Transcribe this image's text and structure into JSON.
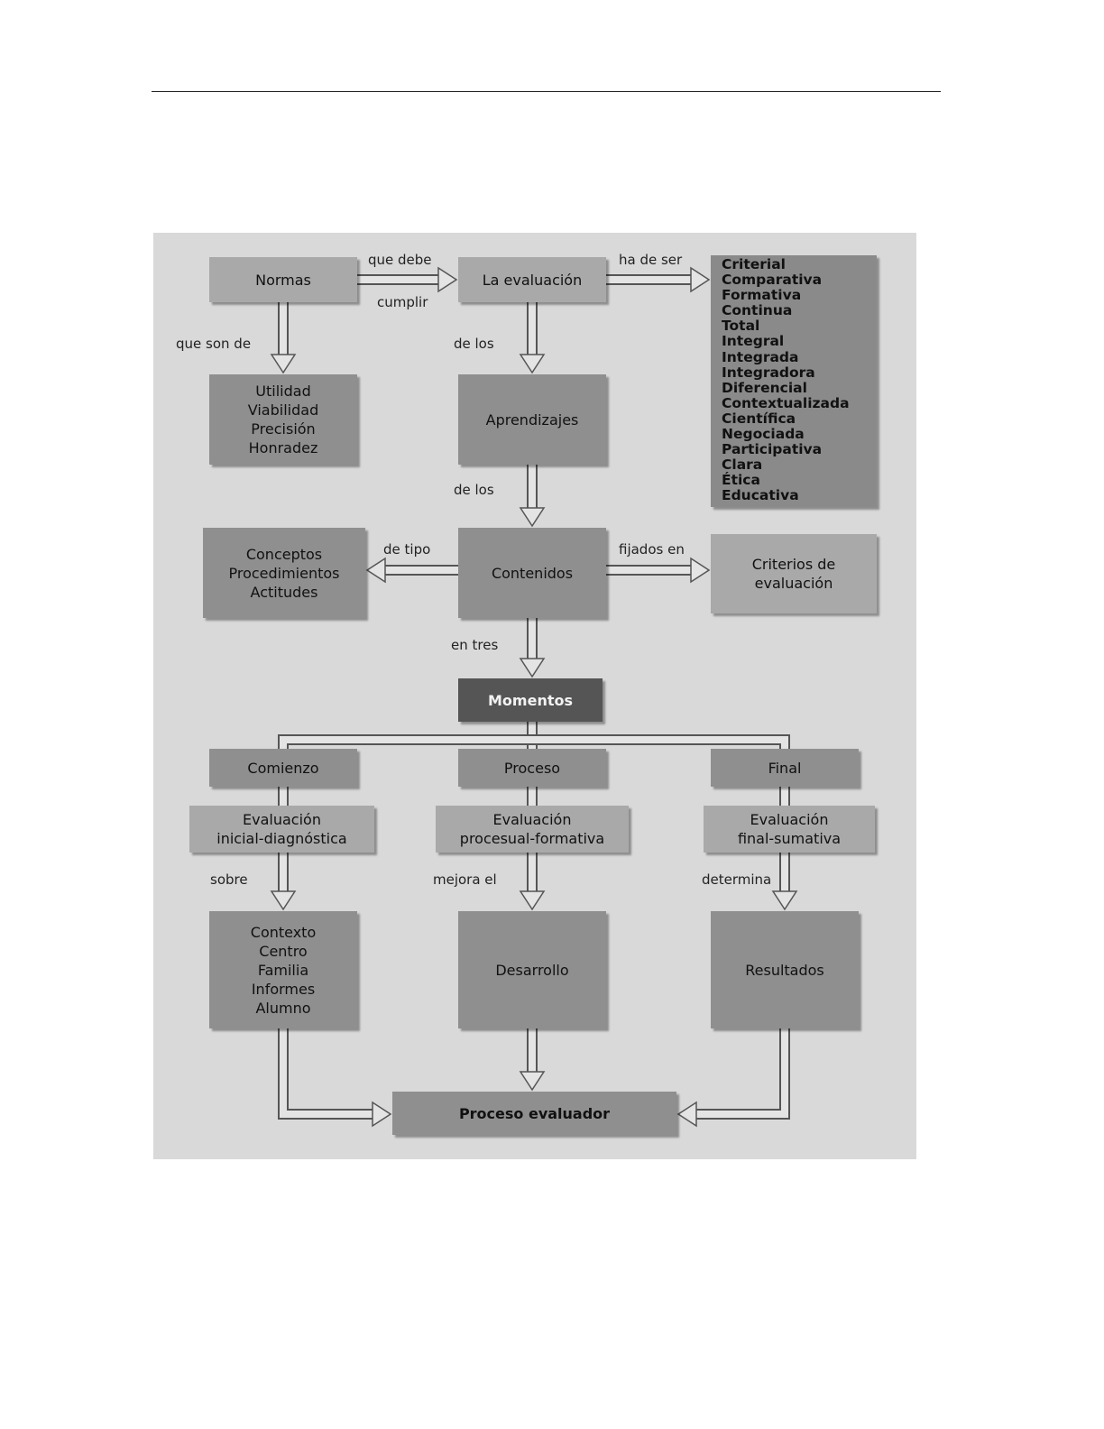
{
  "nodes": {
    "normas": "Normas",
    "evaluacion": "La evaluación",
    "caracteristicas": [
      "Criterial",
      "Comparativa",
      "Formativa",
      "Continua",
      "Total",
      "Integral",
      "Integrada",
      "Integradora",
      "Diferencial",
      "Contextualizada",
      "Científica",
      "Negociada",
      "Participativa",
      "Clara",
      "Ética",
      "Educativa"
    ],
    "normas_tipos": [
      "Utilidad",
      "Viabilidad",
      "Precisión",
      "Honradez"
    ],
    "aprendizajes": "Aprendizajes",
    "tipos_contenido": [
      "Conceptos",
      "Procedimientos",
      "Actitudes"
    ],
    "contenidos": "Contenidos",
    "criterios": [
      "Criterios de",
      "evaluación"
    ],
    "momentos": "Momentos",
    "comienzo": "Comienzo",
    "proceso": "Proceso",
    "final": "Final",
    "eval_inicial": [
      "Evaluación",
      "inicial-diagnóstica"
    ],
    "eval_procesual": [
      "Evaluación",
      "procesual-formativa"
    ],
    "eval_final": [
      "Evaluación",
      "final-sumativa"
    ],
    "contexto": [
      "Contexto",
      "Centro",
      "Familia",
      "Informes",
      "Alumno"
    ],
    "desarrollo": "Desarrollo",
    "resultados": "Resultados",
    "proceso_evaluador": "Proceso evaluador"
  },
  "labels": {
    "que_debe": "que debe",
    "cumplir": "cumplir",
    "ha_de_ser": "ha de ser",
    "que_son_de": "que son de",
    "de_los_1": "de los",
    "de_los_2": "de los",
    "de_tipo": "de tipo",
    "fijados_en": "fijados en",
    "en_tres": "en tres",
    "sobre": "sobre",
    "mejora_el": "mejora el",
    "determina": "determina"
  },
  "colors": {
    "background": "#d9d9d9",
    "box": "#a9a9a9",
    "box_dark": "#555555",
    "list_box": "#8a8a8a"
  }
}
